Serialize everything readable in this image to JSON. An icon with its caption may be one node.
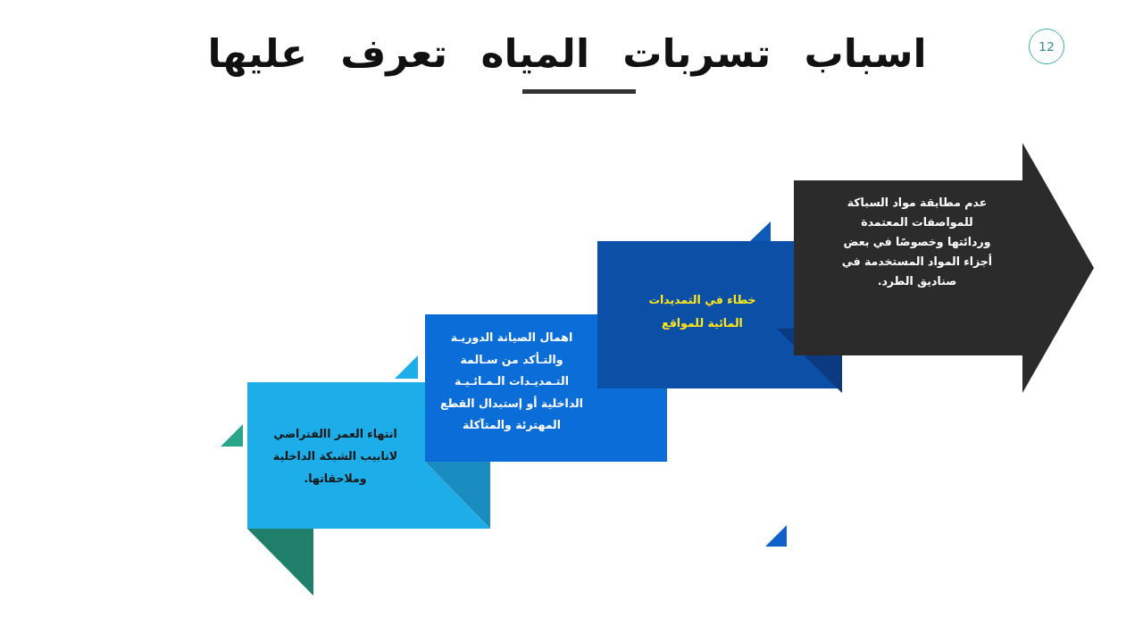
{
  "diagram": {
    "title": "اسباب تسربات المياه تعرف عليها",
    "nodes": [
      {
        "text": [
          "انتهاء العمر االفتراضي لانابيب الشبكة الداخلية وملاحقاتها."
        ]
      },
      {
        "text": [
          "اهمال الصيانة الدوريـة والتـأكد من سـالمة التـمديـدات الـمـائـيـة الداخلية أو إستبدال القطع المهترئة والمتآكلة"
        ]
      },
      {
        "text": [
          "خطاء في التمديدات المائية للمواقع"
        ]
      },
      {
        "text": [
          "عدم مطابقة مواد السباكة للمواصفات المعتمدة وردائتها وخصوصًا في بعض أجزاء المواد المستخدمة في صناديق الطرد."
        ]
      }
    ],
    "labels": [
      "12"
    ]
  }
}
